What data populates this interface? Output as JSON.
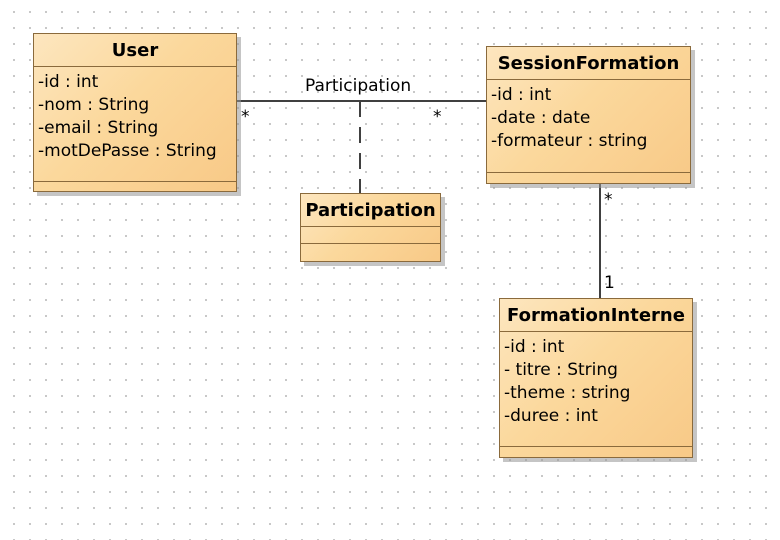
{
  "classes": {
    "user": {
      "name": "User",
      "attributes": [
        "-id : int",
        "-nom : String",
        "-email : String",
        "-motDePasse : String"
      ]
    },
    "session_formation": {
      "name": "SessionFormation",
      "attributes": [
        "-id : int",
        "-date : date",
        "-formateur : string"
      ]
    },
    "participation": {
      "name": "Participation",
      "attributes": []
    },
    "formation_interne": {
      "name": "FormationInterne",
      "attributes": [
        "-id : int",
        "- titre : String",
        "-theme : string",
        "-duree : int"
      ]
    }
  },
  "associations": {
    "participation": {
      "name": "Participation",
      "user_multiplicity": "*",
      "session_multiplicity": "*"
    },
    "session_formation_link": {
      "session_multiplicity": "*",
      "formation_multiplicity": "1"
    }
  },
  "colors": {
    "class_fill": "#fbd89c",
    "class_border": "#8a6a3c",
    "line": "#404040"
  }
}
